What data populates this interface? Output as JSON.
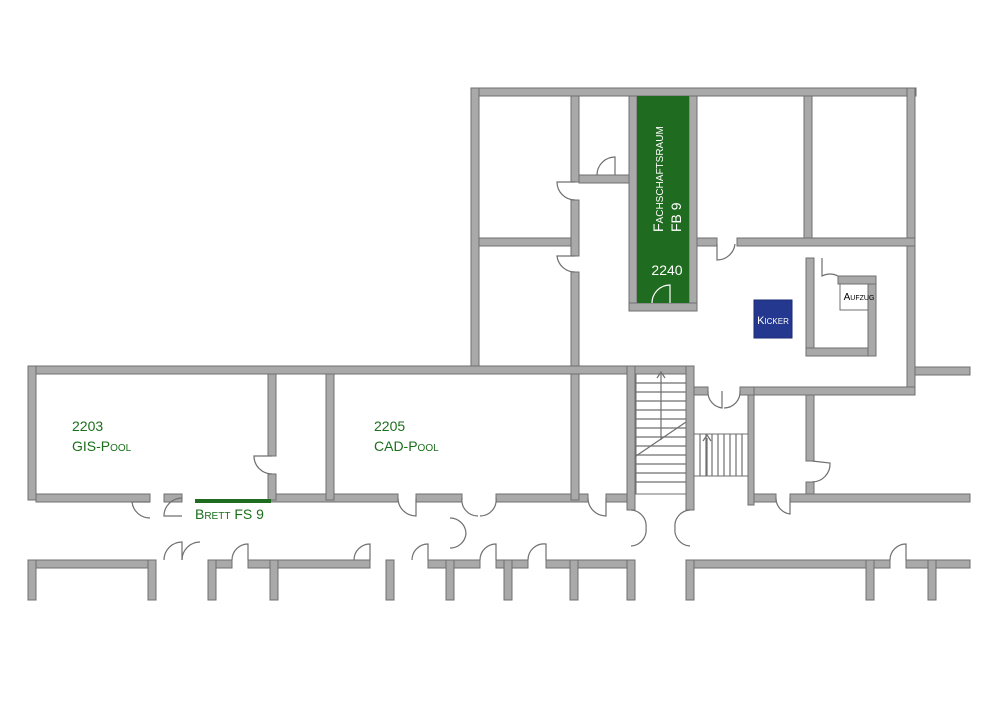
{
  "colors": {
    "highlight_room": "#1f6b1f",
    "highlight_text": "#ffffff",
    "room_label": "#1b6e1b",
    "kicker_fill": "#24388f",
    "kicker_text": "#ffffff",
    "notice_board": "#1f6b1f",
    "wall": "#a9a9a9"
  },
  "rooms": {
    "r2240": {
      "number": "2240",
      "name_line1": "Fachschaftsraum",
      "name_line2": "FB 9"
    },
    "r2203": {
      "number": "2203",
      "name": "GIS-Pool"
    },
    "r2205": {
      "number": "2205",
      "name": "CAD-Pool"
    }
  },
  "features": {
    "kicker": "Kicker",
    "elevator": "Aufzug",
    "notice_board": "Brett FS 9"
  }
}
